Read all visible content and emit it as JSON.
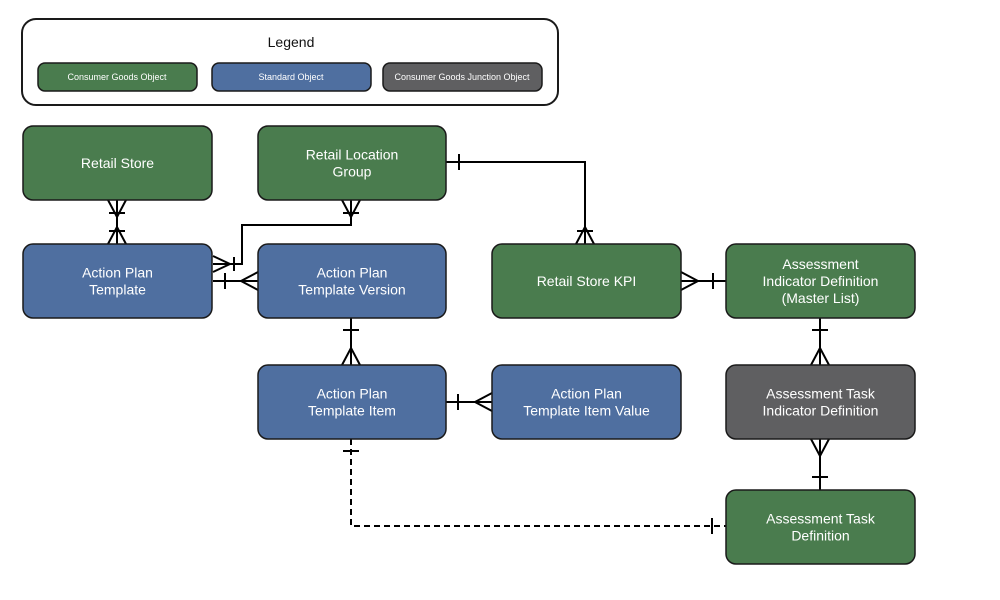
{
  "legend": {
    "title": "Legend",
    "items": [
      {
        "key": "consumer",
        "label": "Consumer Goods Object"
      },
      {
        "key": "standard",
        "label": "Standard Object"
      },
      {
        "key": "junction",
        "label": "Consumer Goods Junction Object"
      }
    ]
  },
  "colors": {
    "consumer": "#4a7c4e",
    "standard": "#4f6fa0",
    "junction": "#5f5f61",
    "border": "#1a1a1a"
  },
  "entities": {
    "retail_store": {
      "lines": [
        "Retail Store"
      ],
      "type": "consumer"
    },
    "retail_location_group": {
      "lines": [
        "Retail Location",
        "Group"
      ],
      "type": "consumer"
    },
    "action_plan_template": {
      "lines": [
        "Action Plan",
        "Template"
      ],
      "type": "standard"
    },
    "action_plan_template_version": {
      "lines": [
        "Action Plan",
        "Template Version"
      ],
      "type": "standard"
    },
    "retail_store_kpi": {
      "lines": [
        "Retail Store KPI"
      ],
      "type": "consumer"
    },
    "assessment_indicator_definition": {
      "lines": [
        "Assessment",
        "Indicator Definition",
        "(Master List)"
      ],
      "type": "consumer"
    },
    "action_plan_template_item": {
      "lines": [
        "Action Plan",
        "Template Item"
      ],
      "type": "standard"
    },
    "action_plan_template_item_value": {
      "lines": [
        "Action Plan",
        "Template Item Value"
      ],
      "type": "standard"
    },
    "assessment_task_indicator_definition": {
      "lines": [
        "Assessment Task",
        "Indicator Definition"
      ],
      "type": "junction"
    },
    "assessment_task_definition": {
      "lines": [
        "Assessment Task",
        "Definition"
      ],
      "type": "consumer"
    }
  }
}
